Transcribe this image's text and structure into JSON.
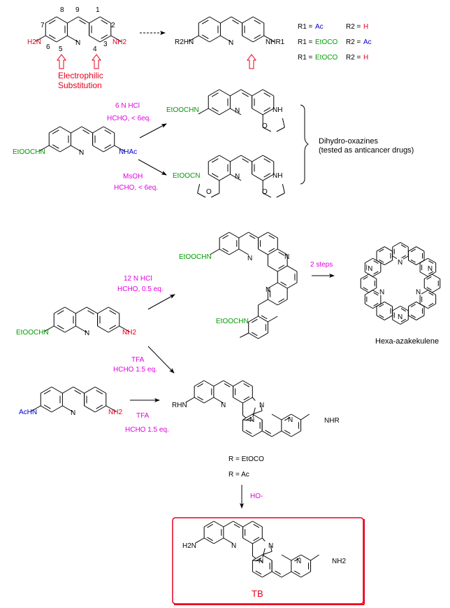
{
  "colors": {
    "black": "#000000",
    "red": "#e8001c",
    "green": "#009b00",
    "blue": "#0000cc",
    "magenta": "#e000e0"
  },
  "section1": {
    "proflavine": {
      "left_substituent": "H2N",
      "right_substituent": "NH2",
      "ring_nitrogen": "N",
      "position_numbers": [
        "1",
        "2",
        "3",
        "4",
        "5",
        "6",
        "7",
        "8",
        "9"
      ]
    },
    "annotation_line1": "Electrophilic",
    "annotation_line2": "Substitution",
    "product": {
      "left_substituent": "R2HN",
      "right_substituent": "NHR1",
      "ring_nitrogen": "N"
    },
    "r_groups": [
      {
        "r1_label": "R1 =",
        "r1_value": "Ac",
        "r1_color": "blue",
        "r2_label": "R2 =",
        "r2_value": "H",
        "r2_color": "red"
      },
      {
        "r1_label": "R1 =",
        "r1_value": "EtOCO",
        "r1_color": "green",
        "r2_label": "R2 =",
        "r2_value": "Ac",
        "r2_color": "blue"
      },
      {
        "r1_label": "R1 =",
        "r1_value": "EtOCO",
        "r1_color": "green",
        "r2_label": "R2 =",
        "r2_value": "H",
        "r2_color": "red"
      }
    ]
  },
  "section2": {
    "starting_material": {
      "left_substituent": "EtOOCHN",
      "right_substituent": "NHAc",
      "ring_nitrogen": "N"
    },
    "upper_conditions": [
      "6 N HCl",
      "HCHO, < 6eq."
    ],
    "lower_conditions": [
      "MsOH",
      "HCHO, < 6eq."
    ],
    "upper_product": {
      "left_substituent": "EtOOCHN",
      "ring_nitrogen": "N",
      "oxazine_nh": "NH",
      "oxazine_o": "O"
    },
    "lower_product": {
      "left_substituent": "EtOOCN",
      "ring_nitrogen": "N",
      "oxazine_nh": "NH",
      "oxazine_o_left": "O",
      "oxazine_o_right": "O"
    },
    "bracket_label_line1": "Dihydro-oxazines",
    "bracket_label_line2": "(tested as anticancer drugs)"
  },
  "section3": {
    "starting_material": {
      "left_substituent": "EtOOCHN",
      "right_substituent": "NH2",
      "ring_nitrogen": "N"
    },
    "upper_conditions": [
      "12 N HCl",
      "HCHO, 0.5 eq."
    ],
    "dimer_product": {
      "top_substituent": "EtOOCHN",
      "bottom_substituent": "EtOOCHN",
      "nitrogens": [
        "N",
        "N",
        "N"
      ]
    },
    "steps_label": "2 steps",
    "macrocycle_label": "Hexa-azakekulene",
    "macrocycle_nitrogens": [
      "N",
      "N",
      "N",
      "N",
      "N",
      "N"
    ],
    "lower_conditions": [
      "TFA",
      "HCHO 1.5 eq."
    ],
    "acetyl_starting_material": {
      "left_substituent": "AcHN",
      "right_substituent": "NH2",
      "ring_nitrogen": "N"
    },
    "acetyl_conditions": [
      "TFA",
      "HCHO 1.5 eq."
    ],
    "troger_product": {
      "left_substituent": "RHN",
      "right_substituent": "NHR",
      "nitrogens": [
        "N",
        "N",
        "N",
        "N"
      ]
    },
    "r_definitions": [
      {
        "label": "R =",
        "value": "EtOCO"
      },
      {
        "label": "R =",
        "value": "Ac"
      }
    ],
    "deprotection_reagent": "HO-",
    "final_product": {
      "left_substituent": "H2N",
      "right_substituent": "NH2",
      "nitrogens": [
        "N",
        "N",
        "N",
        "N"
      ],
      "name": "TB"
    }
  }
}
